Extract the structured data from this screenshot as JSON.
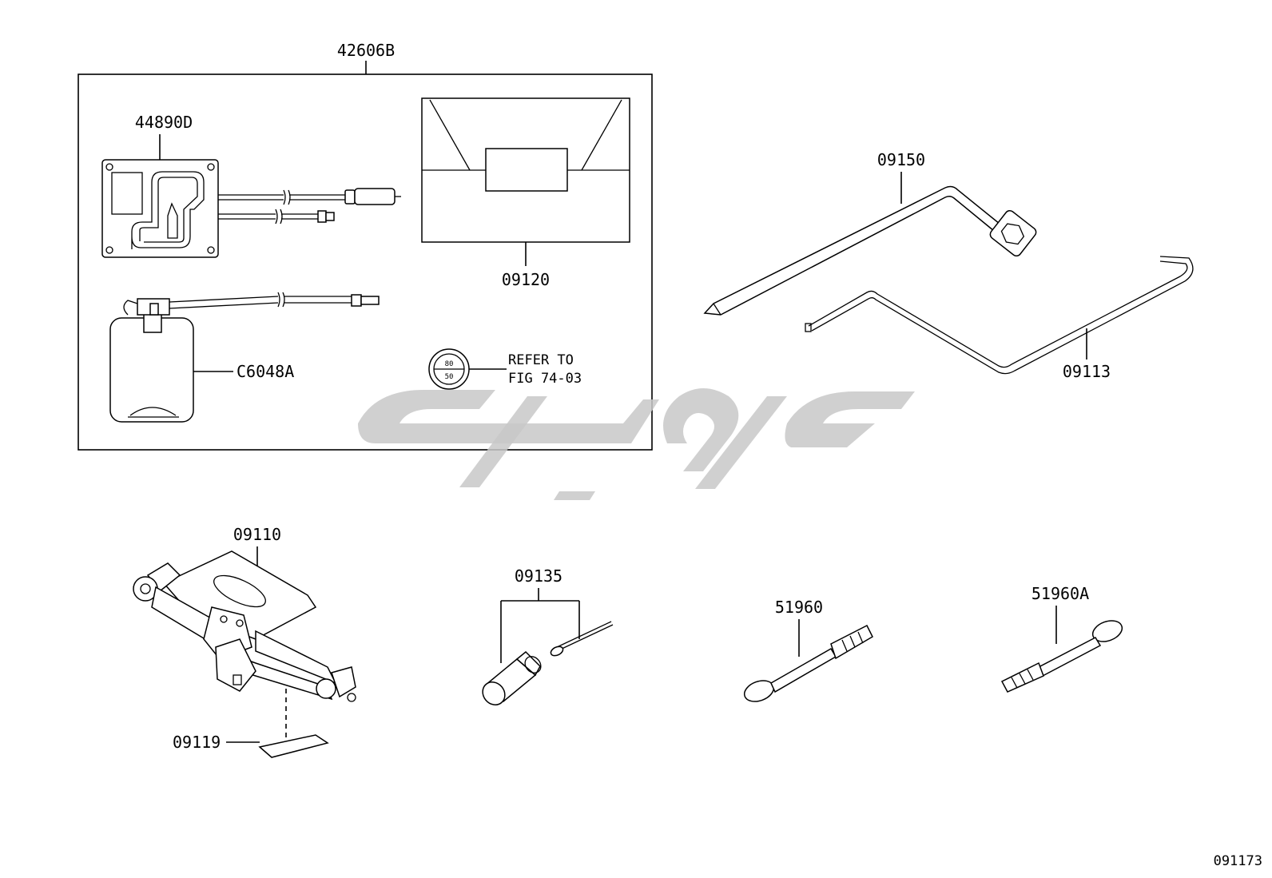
{
  "parts": {
    "kit": "42606B",
    "compressor": "44890D",
    "bag": "09120",
    "bottle": "C6048A",
    "wrench": "09150",
    "handle": "09113",
    "jack": "09110",
    "jack_pad": "09119",
    "adapter": "09135",
    "bolt": "51960",
    "bolt_alt": "51960A"
  },
  "reference": {
    "line1": "REFER TO",
    "line2": "FIG 74-03",
    "badge_top": "80",
    "badge_bottom": "50"
  },
  "figure_id": "091173",
  "watermark": {
    "color": "#c8c8c8"
  }
}
